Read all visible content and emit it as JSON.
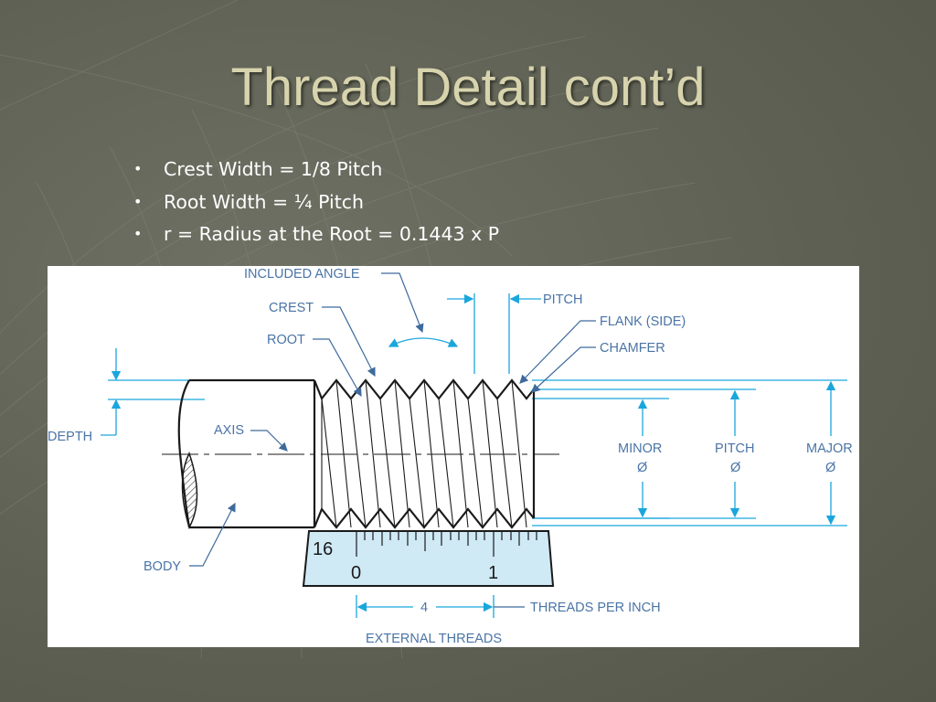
{
  "slide": {
    "title": "Thread Detail cont’d",
    "bullets": [
      "Crest Width = 1/8 Pitch",
      "Root Width = ¼ Pitch",
      "r = Radius at the Root = 0.1443 x P"
    ]
  },
  "figure": {
    "labels": {
      "included_angle": "INCLUDED ANGLE",
      "crest": "CREST",
      "root": "ROOT",
      "pitch": "PITCH",
      "flank": "FLANK (SIDE)",
      "chamfer": "CHAMFER",
      "depth": "DEPTH",
      "axis": "AXIS",
      "minor": "MINOR",
      "minor_sym": "Ø",
      "pitch_dia": "PITCH",
      "pitch_sym": "Ø",
      "major": "MAJOR",
      "major_sym": "Ø",
      "body": "BODY",
      "threads_count": "4",
      "threads_per_inch": "THREADS PER INCH",
      "caption": "EXTERNAL THREADS"
    },
    "scale": {
      "scale_number": "16",
      "tick_0": "0",
      "tick_1": "1"
    }
  },
  "colors": {
    "title": "#d7d3ad",
    "label": "#4a74a6",
    "dimension": "#1aa6dd",
    "scale_fill": "#cfe9f5"
  }
}
